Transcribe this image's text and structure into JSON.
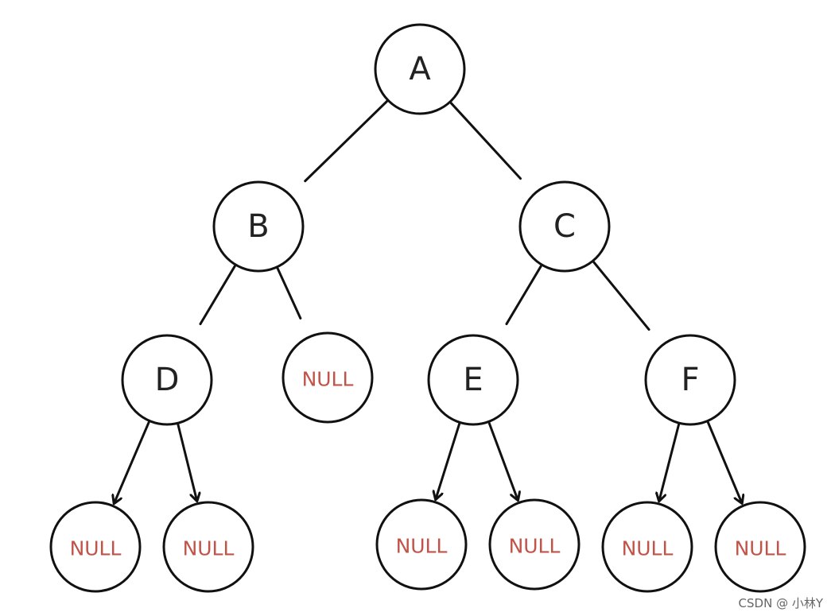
{
  "nodes": [
    {
      "id": "A",
      "label": "A",
      "kind": "value"
    },
    {
      "id": "B",
      "label": "B",
      "kind": "value"
    },
    {
      "id": "C",
      "label": "C",
      "kind": "value"
    },
    {
      "id": "D",
      "label": "D",
      "kind": "value"
    },
    {
      "id": "Bn",
      "label": "NULL",
      "kind": "null"
    },
    {
      "id": "E",
      "label": "E",
      "kind": "value"
    },
    {
      "id": "F",
      "label": "F",
      "kind": "value"
    },
    {
      "id": "Dl",
      "label": "NULL",
      "kind": "null"
    },
    {
      "id": "Dr",
      "label": "NULL",
      "kind": "null"
    },
    {
      "id": "El",
      "label": "NULL",
      "kind": "null"
    },
    {
      "id": "Er",
      "label": "NULL",
      "kind": "null"
    },
    {
      "id": "Fl",
      "label": "NULL",
      "kind": "null"
    },
    {
      "id": "Fr",
      "label": "NULL",
      "kind": "null"
    }
  ],
  "edges": [
    {
      "from": "A",
      "to": "B",
      "style": "line"
    },
    {
      "from": "A",
      "to": "C",
      "style": "line"
    },
    {
      "from": "B",
      "to": "D",
      "style": "line"
    },
    {
      "from": "B",
      "to": "Bn",
      "style": "line"
    },
    {
      "from": "C",
      "to": "E",
      "style": "line"
    },
    {
      "from": "C",
      "to": "F",
      "style": "line"
    },
    {
      "from": "D",
      "to": "Dl",
      "style": "arrow"
    },
    {
      "from": "D",
      "to": "Dr",
      "style": "arrow"
    },
    {
      "from": "E",
      "to": "El",
      "style": "arrow"
    },
    {
      "from": "E",
      "to": "Er",
      "style": "arrow"
    },
    {
      "from": "F",
      "to": "Fl",
      "style": "arrow"
    },
    {
      "from": "F",
      "to": "Fr",
      "style": "arrow"
    }
  ],
  "colors": {
    "null_label": "#c0544a",
    "stroke": "#111111"
  },
  "watermark": "CSDN @ 小林Y"
}
